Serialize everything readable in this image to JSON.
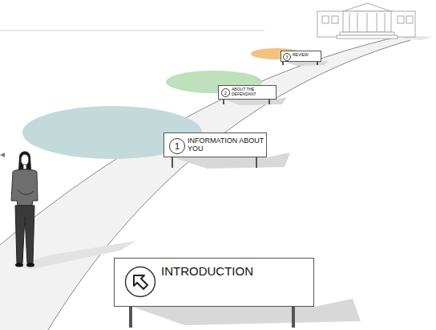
{
  "diagram": {
    "nodes": [
      {
        "text": [
          "INTRODUCTION"
        ]
      },
      {
        "text": [
          "1",
          "INFORMATION ABOUT YOU"
        ]
      },
      {
        "text": [
          "2",
          "ABOUT THE DEFENDANT"
        ]
      },
      {
        "text": [
          "3",
          "REVIEW"
        ]
      }
    ]
  }
}
